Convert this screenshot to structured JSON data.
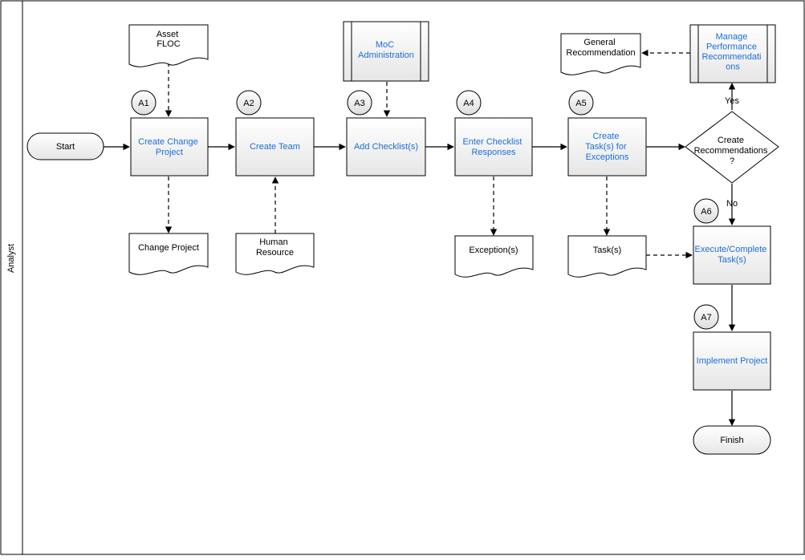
{
  "lane": {
    "label": "Analyst"
  },
  "colors": {
    "link": "#1a6ed8",
    "text": "#000000",
    "box_fill_top": "#ffffff",
    "box_fill_bottom": "#e6e6e6"
  },
  "terminators": {
    "start": "Start",
    "finish": "Finish"
  },
  "steps": {
    "a1": {
      "badge": "A1",
      "lines": [
        "Create Change",
        "Project"
      ]
    },
    "a2": {
      "badge": "A2",
      "lines": [
        "Create Team"
      ]
    },
    "a3": {
      "badge": "A3",
      "lines": [
        "Add Checklist(s)"
      ]
    },
    "a4": {
      "badge": "A4",
      "lines": [
        "Enter Checklist",
        "Responses"
      ]
    },
    "a5": {
      "badge": "A5",
      "lines": [
        "Create",
        "Task(s) for",
        "Exceptions"
      ]
    },
    "a6": {
      "badge": "A6",
      "lines": [
        "Execute/Complete",
        "Task(s)"
      ]
    },
    "a7": {
      "badge": "A7",
      "lines": [
        "Implement Project"
      ]
    }
  },
  "subprocesses": {
    "moc": {
      "lines": [
        "MoC",
        "Administration"
      ]
    },
    "perf": {
      "lines": [
        "Manage",
        "Performance",
        "Recommendati",
        "ons"
      ]
    }
  },
  "documents": {
    "asset_floc": {
      "lines": [
        "Asset",
        "FLOC"
      ]
    },
    "change_project": {
      "lines": [
        "Change Project"
      ]
    },
    "human_resource": {
      "lines": [
        "Human",
        "Resource"
      ]
    },
    "exceptions": {
      "lines": [
        "Exception(s)"
      ]
    },
    "tasks": {
      "lines": [
        "Task(s)"
      ]
    },
    "general_rec": {
      "lines": [
        "General",
        "Recommendation"
      ]
    }
  },
  "decision": {
    "lines": [
      "Create",
      "Recommendations",
      "?"
    ]
  },
  "branch_labels": {
    "yes": "Yes",
    "no": "No"
  }
}
